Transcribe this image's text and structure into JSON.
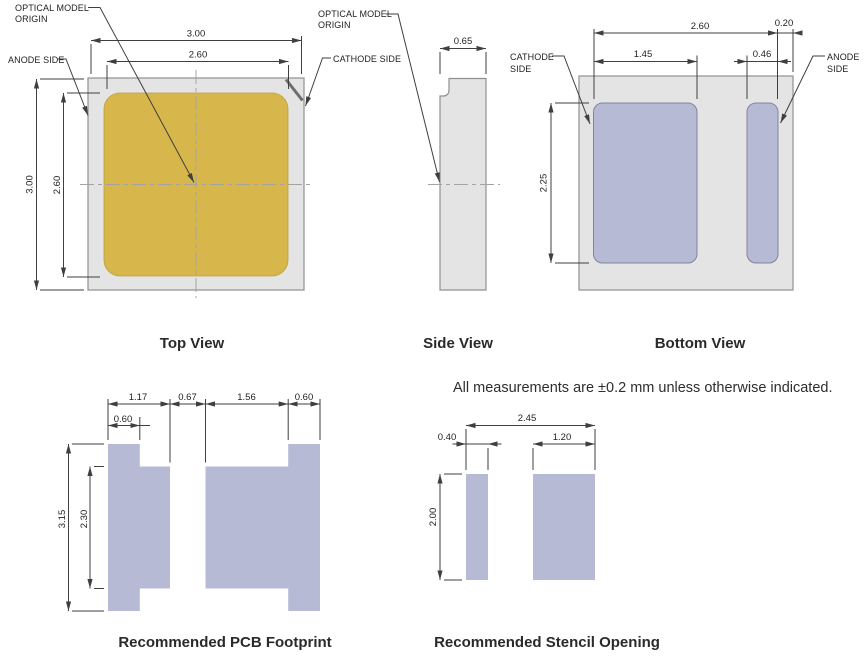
{
  "colors": {
    "package_gray": "#e4e4e5",
    "phosphor_yellow": "#d7b74c",
    "pad_lavender": "#b6bad4",
    "line": "#3f3f3f"
  },
  "note": "All measurements are ±0.2 mm unless otherwise indicated.",
  "top_view": {
    "title": "Top View",
    "labels": {
      "optical_origin_l1": "OPTICAL MODEL",
      "optical_origin_l2": "ORIGIN",
      "anode_side": "ANODE SIDE",
      "cathode_side": "CATHODE SIDE"
    },
    "dims": {
      "outer_width": "3.00",
      "emitter_width": "2.60",
      "outer_height": "3.00",
      "emitter_height": "2.60"
    }
  },
  "side_view": {
    "title": "Side View",
    "labels": {
      "optical_origin_l1": "OPTICAL MODEL",
      "optical_origin_l2": "ORIGIN"
    },
    "dims": {
      "thickness": "0.65"
    }
  },
  "bottom_view": {
    "title": "Bottom View",
    "labels": {
      "cathode_l1": "CATHODE",
      "cathode_l2": "SIDE",
      "anode_l1": "ANODE",
      "anode_l2": "SIDE"
    },
    "dims": {
      "pad_span": "2.60",
      "anode_edge_offset": "0.20",
      "cathode_pad_width": "1.45",
      "anode_pad_width": "0.46",
      "pad_height": "2.25"
    }
  },
  "pcb_footprint": {
    "title": "Recommended PCB Footprint",
    "dims": {
      "cathode_pad_width": "1.17",
      "pad_gap": "0.67",
      "anode_pad_width": "1.56",
      "anode_tab_width": "0.60",
      "cathode_tab_width": "0.60",
      "total_height": "3.15",
      "pad_body_height": "2.30"
    }
  },
  "stencil": {
    "title": "Recommended Stencil Opening",
    "dims": {
      "total_span": "2.45",
      "cathode_width": "0.40",
      "anode_width": "1.20",
      "height": "2.00"
    }
  }
}
